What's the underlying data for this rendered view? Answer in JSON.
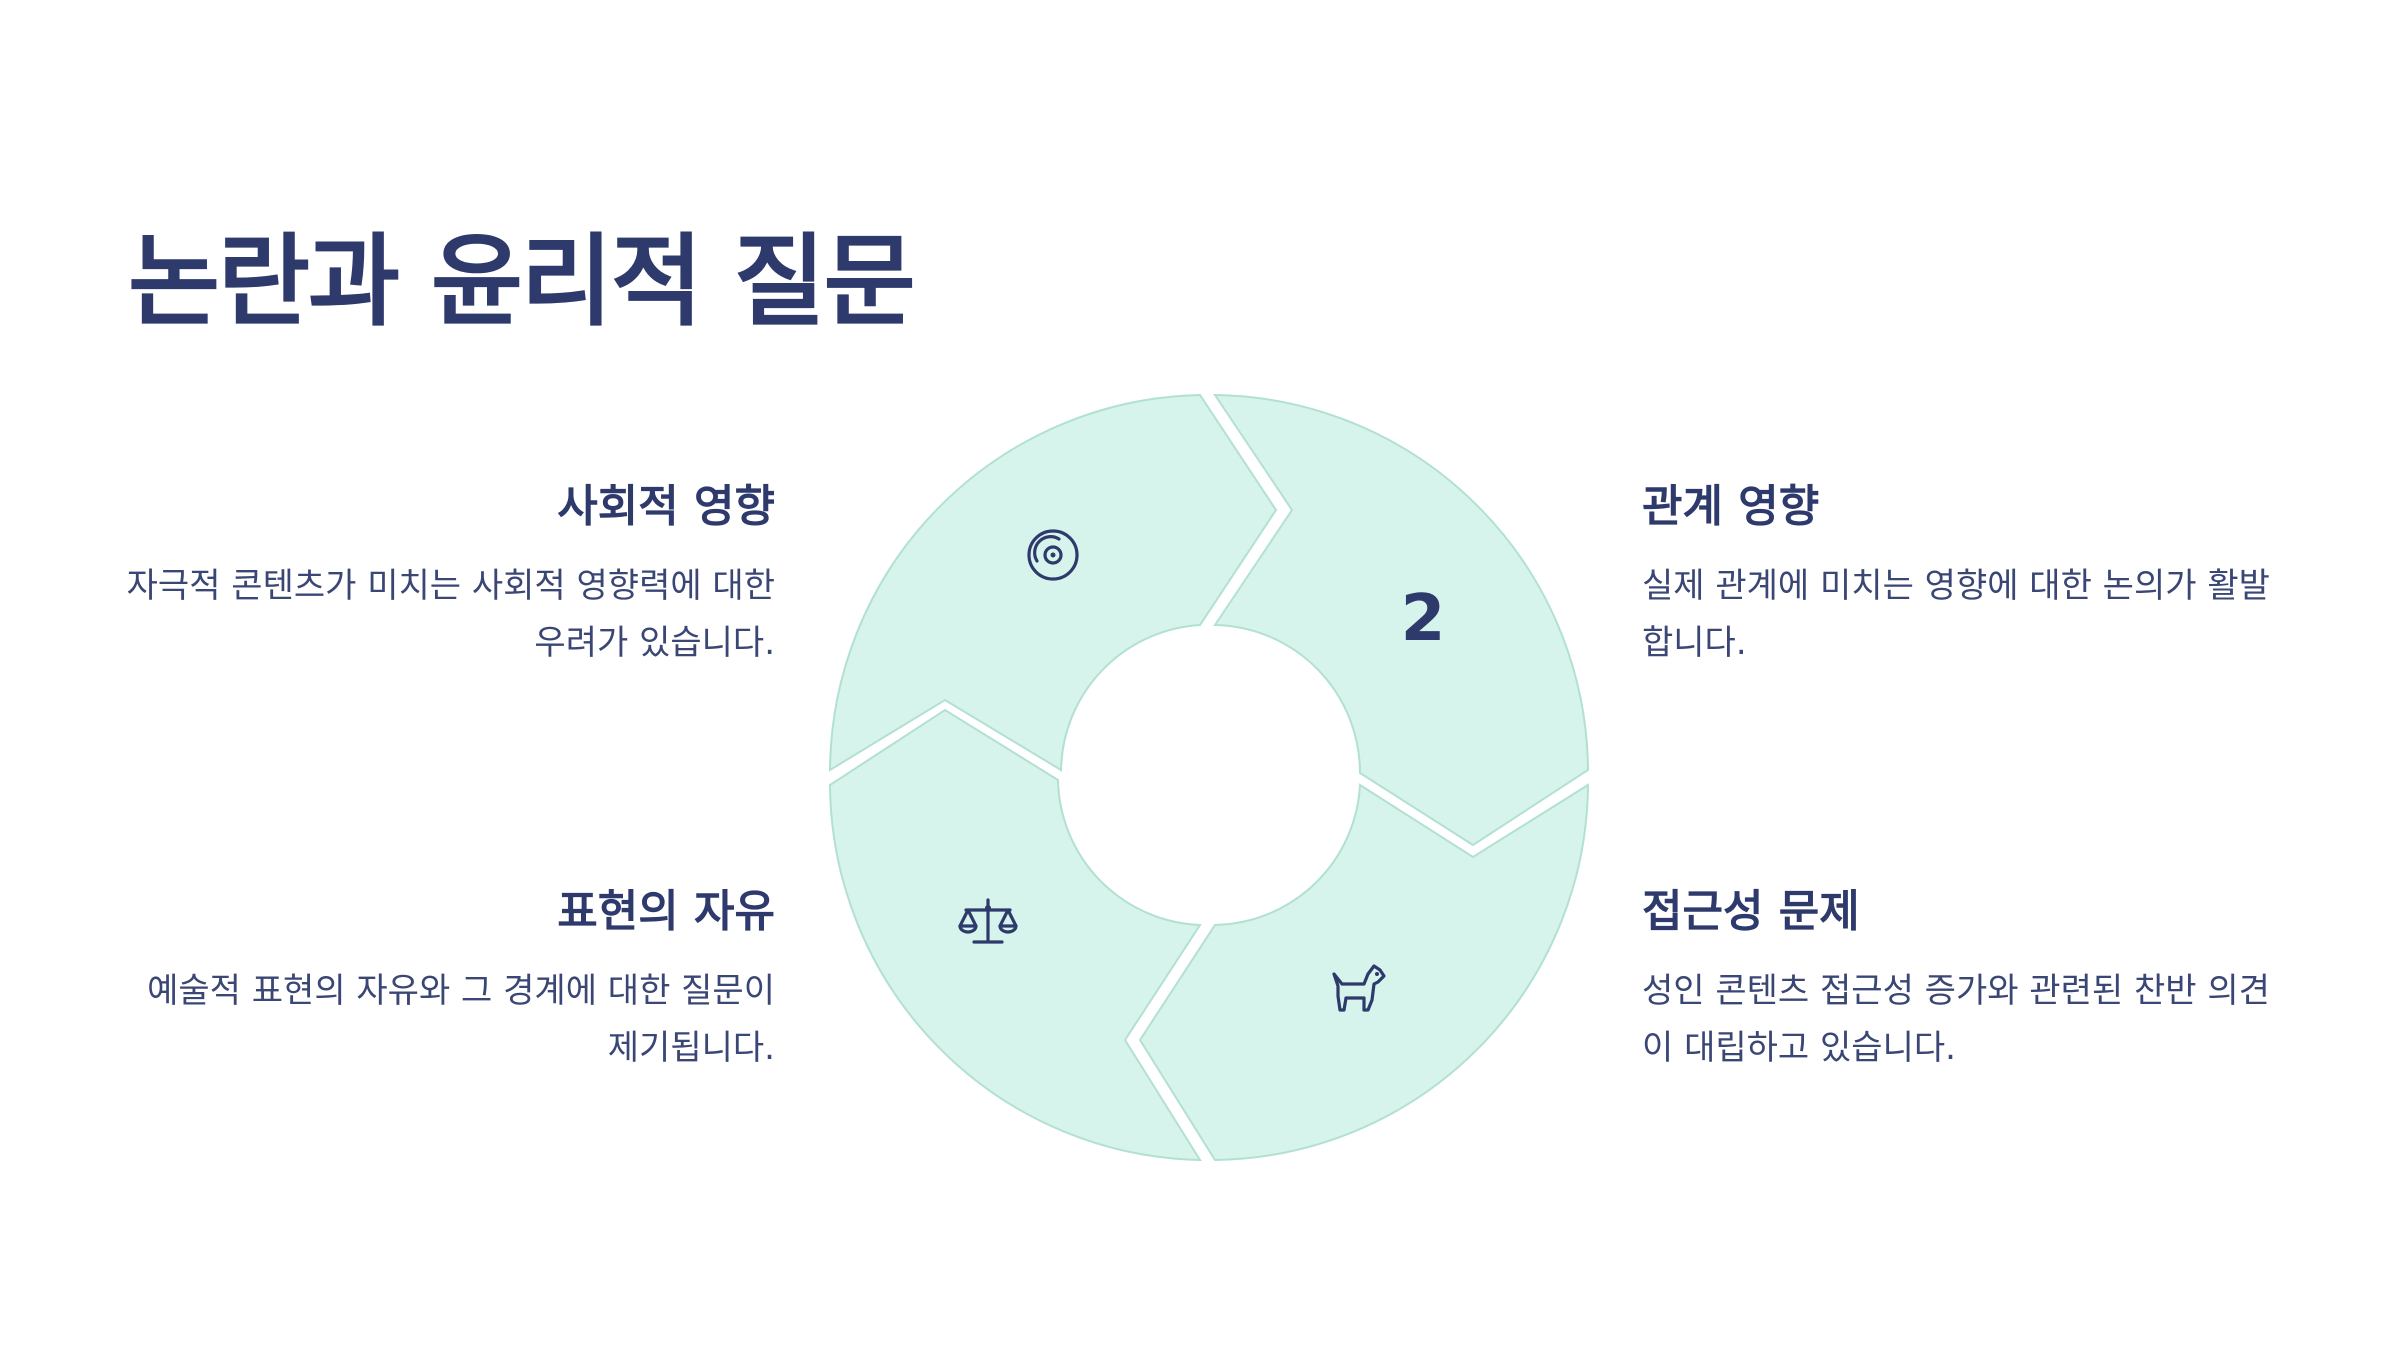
{
  "title": "논란과 윤리적 질문",
  "colors": {
    "text": "#2d3a6b",
    "segment_fill": "#d6f4ec",
    "segment_stroke": "#b2e0d2",
    "background": "#ffffff"
  },
  "items": {
    "social": {
      "heading": "사회적 영향",
      "body": "자극적 콘텐츠가 미치는 사회적 영향력에 대한 우려가 있습니다.",
      "icon": "target-icon"
    },
    "relation": {
      "heading": "관계 영향",
      "body": "실제 관계에 미치는 영향에 대한 논의가 활발합니다.",
      "marker": "2"
    },
    "expression": {
      "heading": "표현의 자유",
      "body": "예술적 표현의 자유와 그 경계에 대한 질문이 제기됩니다.",
      "icon": "balance-scale-icon"
    },
    "access": {
      "heading": "접근성 문제",
      "body": "성인 콘텐츠 접근성 증가와 관련된 찬반 의견이 대립하고 있습니다.",
      "icon": "dog-icon"
    }
  }
}
